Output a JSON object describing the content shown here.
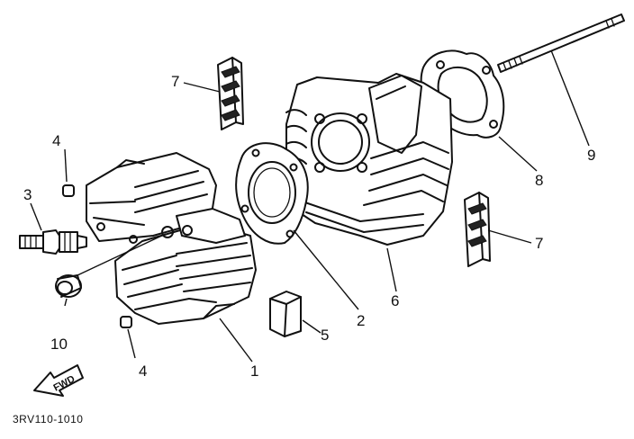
{
  "diagram": {
    "callouts": [
      "7",
      "4",
      "3",
      "10",
      "4",
      "1",
      "5",
      "2",
      "6",
      "8",
      "9",
      "7"
    ],
    "direction_label": "FWD",
    "part_number": "3RV110-1010"
  }
}
